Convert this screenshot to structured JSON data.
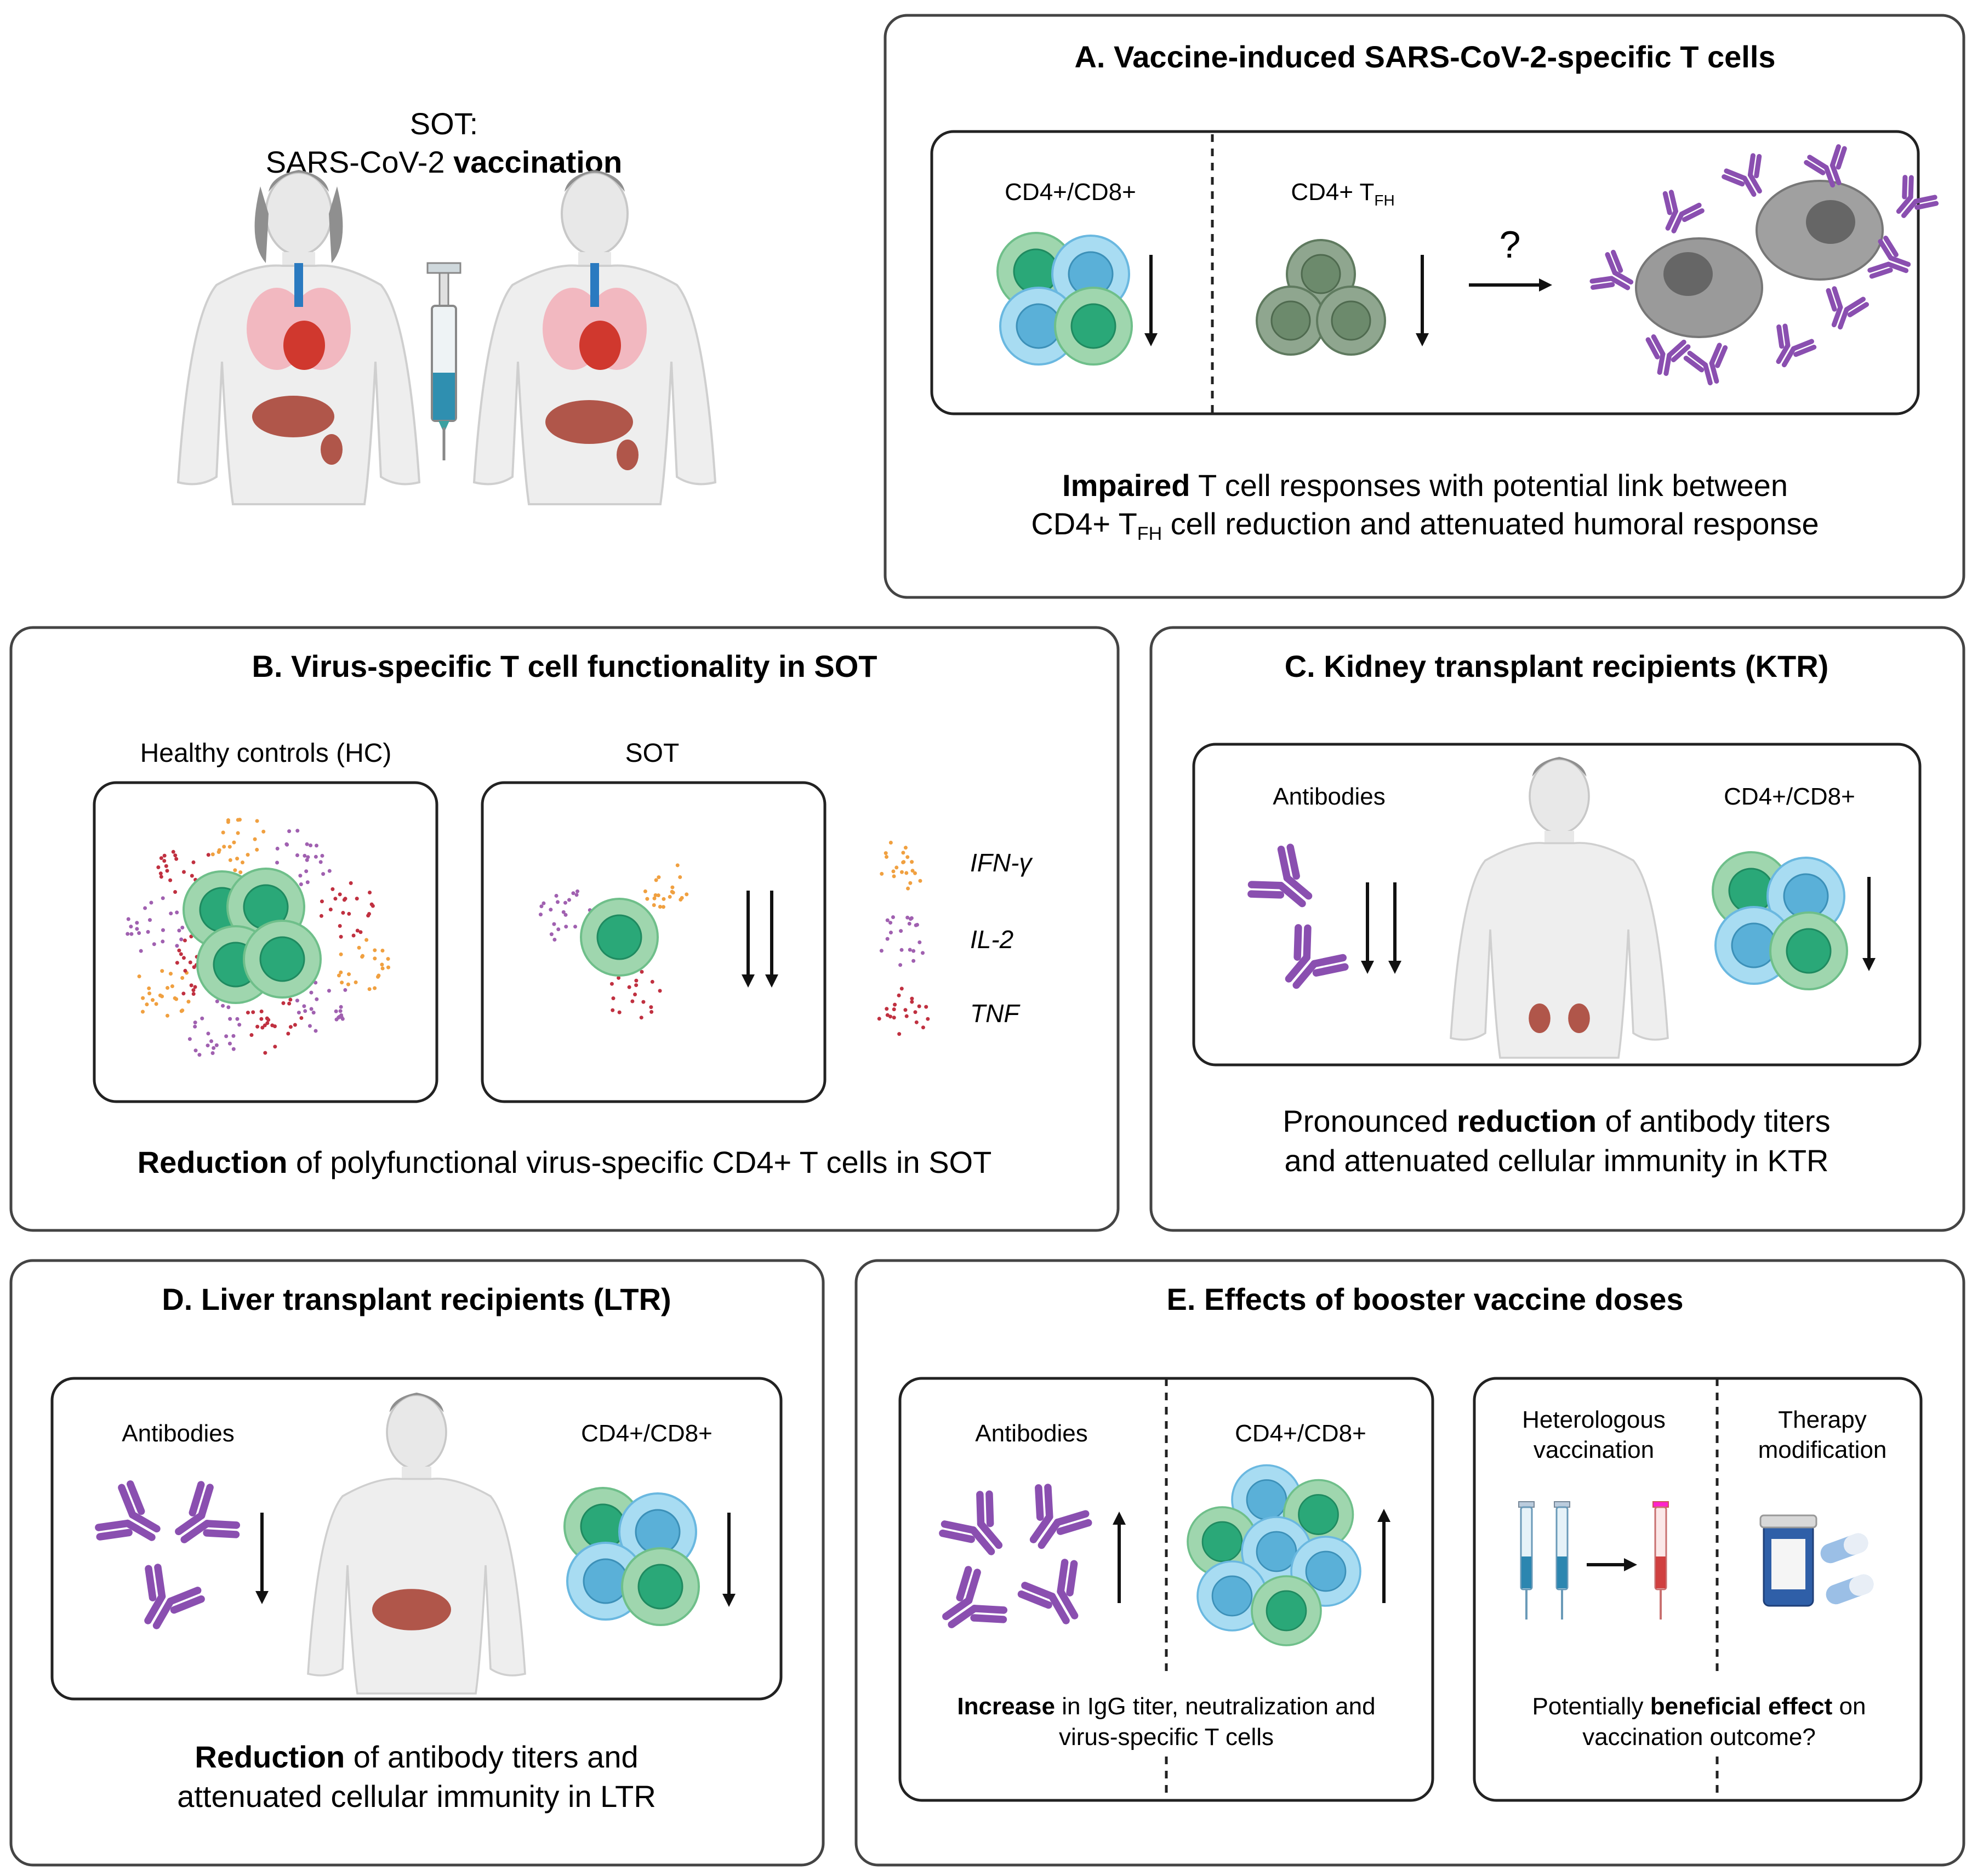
{
  "intro": {
    "line1": "SOT:",
    "line2_normal": "SARS-CoV-2 ",
    "line2_bold": "vaccination"
  },
  "panel_a": {
    "title": "A. Vaccine-induced SARS-CoV-2-specific T cells",
    "label_cells": "CD4+/CD8+",
    "label_tfh_main": "CD4+ T",
    "label_tfh_sub": "FH",
    "question": "?",
    "caption_bold": "Impaired",
    "caption_line1_rest": " T cell responses with potential link between",
    "caption_line2_a": "CD4+ T",
    "caption_line2_sub": "FH",
    "caption_line2_b": " cell reduction and attenuated humoral response"
  },
  "panel_b": {
    "title": "B. Virus-specific T cell functionality in SOT",
    "label_hc": "Healthy controls (HC)",
    "label_sot": "SOT",
    "legend": [
      {
        "label": "IFN-γ",
        "color": "#f0a040"
      },
      {
        "label": "IL-2",
        "color": "#a060b0"
      },
      {
        "label": "TNF",
        "color": "#c03040"
      }
    ],
    "caption_bold": "Reduction",
    "caption_rest": " of polyfunctional virus-specific CD4+ T cells in SOT"
  },
  "panel_c": {
    "title": "C. Kidney transplant recipients (KTR)",
    "label_antibodies": "Antibodies",
    "label_cells": "CD4+/CD8+",
    "caption_line1_a": "Pronounced ",
    "caption_line1_bold": "reduction",
    "caption_line1_b": " of antibody titers",
    "caption_line2": "and attenuated cellular immunity in KTR"
  },
  "panel_d": {
    "title": "D. Liver transplant recipients (LTR)",
    "label_antibodies": "Antibodies",
    "label_cells": "CD4+/CD8+",
    "caption_line1_bold": "Reduction",
    "caption_line1_rest": " of antibody titers and",
    "caption_line2": "attenuated cellular immunity in LTR"
  },
  "panel_e": {
    "title": "E. Effects of booster vaccine doses",
    "label_antibodies": "Antibodies",
    "label_cells": "CD4+/CD8+",
    "caption_left_bold": "Increase",
    "caption_left_line1_rest": " in IgG titer, neutralization and",
    "caption_left_line2": "virus-specific T cells",
    "label_heterologous_1": "Heterologous",
    "label_heterologous_2": "vaccination",
    "label_therapy_1": "Therapy",
    "label_therapy_2": "modification",
    "caption_right_a": "Potentially ",
    "caption_right_bold": "beneficial effect",
    "caption_right_b": " on",
    "caption_right_line2": "vaccination outcome?"
  },
  "colors": {
    "panel_border": "#444444",
    "cell_green": "#2aa878",
    "cell_green_halo": "#9fd6ae",
    "cell_blue": "#5ab0d8",
    "cell_blue_halo": "#a8dcf2",
    "tfh_cell": "#6c8a6c",
    "antibody": "#8a4fb0",
    "ifn": "#f0a040",
    "il2": "#a060b0",
    "tnf": "#c03040"
  },
  "icons": [
    "down-arrow-icon",
    "up-arrow-icon",
    "right-arrow-icon",
    "antibody-icon",
    "t-cell-icon",
    "syringe-icon",
    "pill-bottle-icon",
    "body-silhouette-icon"
  ]
}
